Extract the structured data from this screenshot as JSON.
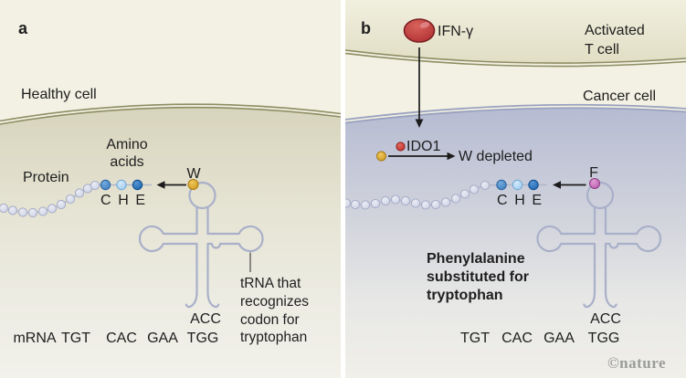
{
  "panel_a": {
    "label": "a",
    "cell_name": "Healthy cell",
    "protein_label": "Protein",
    "amino_acids_label": "Amino\nacids",
    "chain_letters": "C H E",
    "incoming_amino_acid": "W",
    "trna_caption": "tRNA that\nrecognizes\ncodon for\ntryptophan",
    "anticodon": "ACC",
    "mrna_label": "mRNA",
    "codons": [
      "TGT",
      "CAC",
      "GAA",
      "TGG"
    ]
  },
  "panel_b": {
    "label": "b",
    "ifn_label": "IFN-γ",
    "t_cell_name": "Activated\nT cell",
    "cancer_cell_name": "Cancer cell",
    "ido1_label": "IDO1",
    "w_depleted_label": "W depleted",
    "chain_letters": "C H E",
    "incoming_amino_acid": "F",
    "substitution_note": "Phenylalanine\nsubstituted for\ntryptophan",
    "anticodon": "ACC",
    "codons": [
      "TGT",
      "CAC",
      "GAA",
      "TGG"
    ]
  },
  "watermark": "©nature",
  "colors": {
    "background_cream": "#f2f1e3",
    "healthy_cell_fill_top": "#d7d4bc",
    "membrane_olive": "#8d8d63",
    "cancer_cell_fill_top": "#b3b9d1",
    "cancer_membrane": "#99a1bf",
    "trna_outline": "#a9b0c9",
    "chain_bead_light": "#cdd2e4",
    "bead_C_blue": "#3c7ec0",
    "bead_H_lightblue": "#9ccaee",
    "bead_E_darkblue": "#1b65af",
    "tryptophan_gold": "#cf9c20",
    "phenylalanine_pink": "#bb5aab",
    "ido1_red": "#bf322f",
    "ifn_gamma_red": "#b23034",
    "text_dark": "#1e1e1e",
    "watermark_gray": "#9b9b9b"
  }
}
